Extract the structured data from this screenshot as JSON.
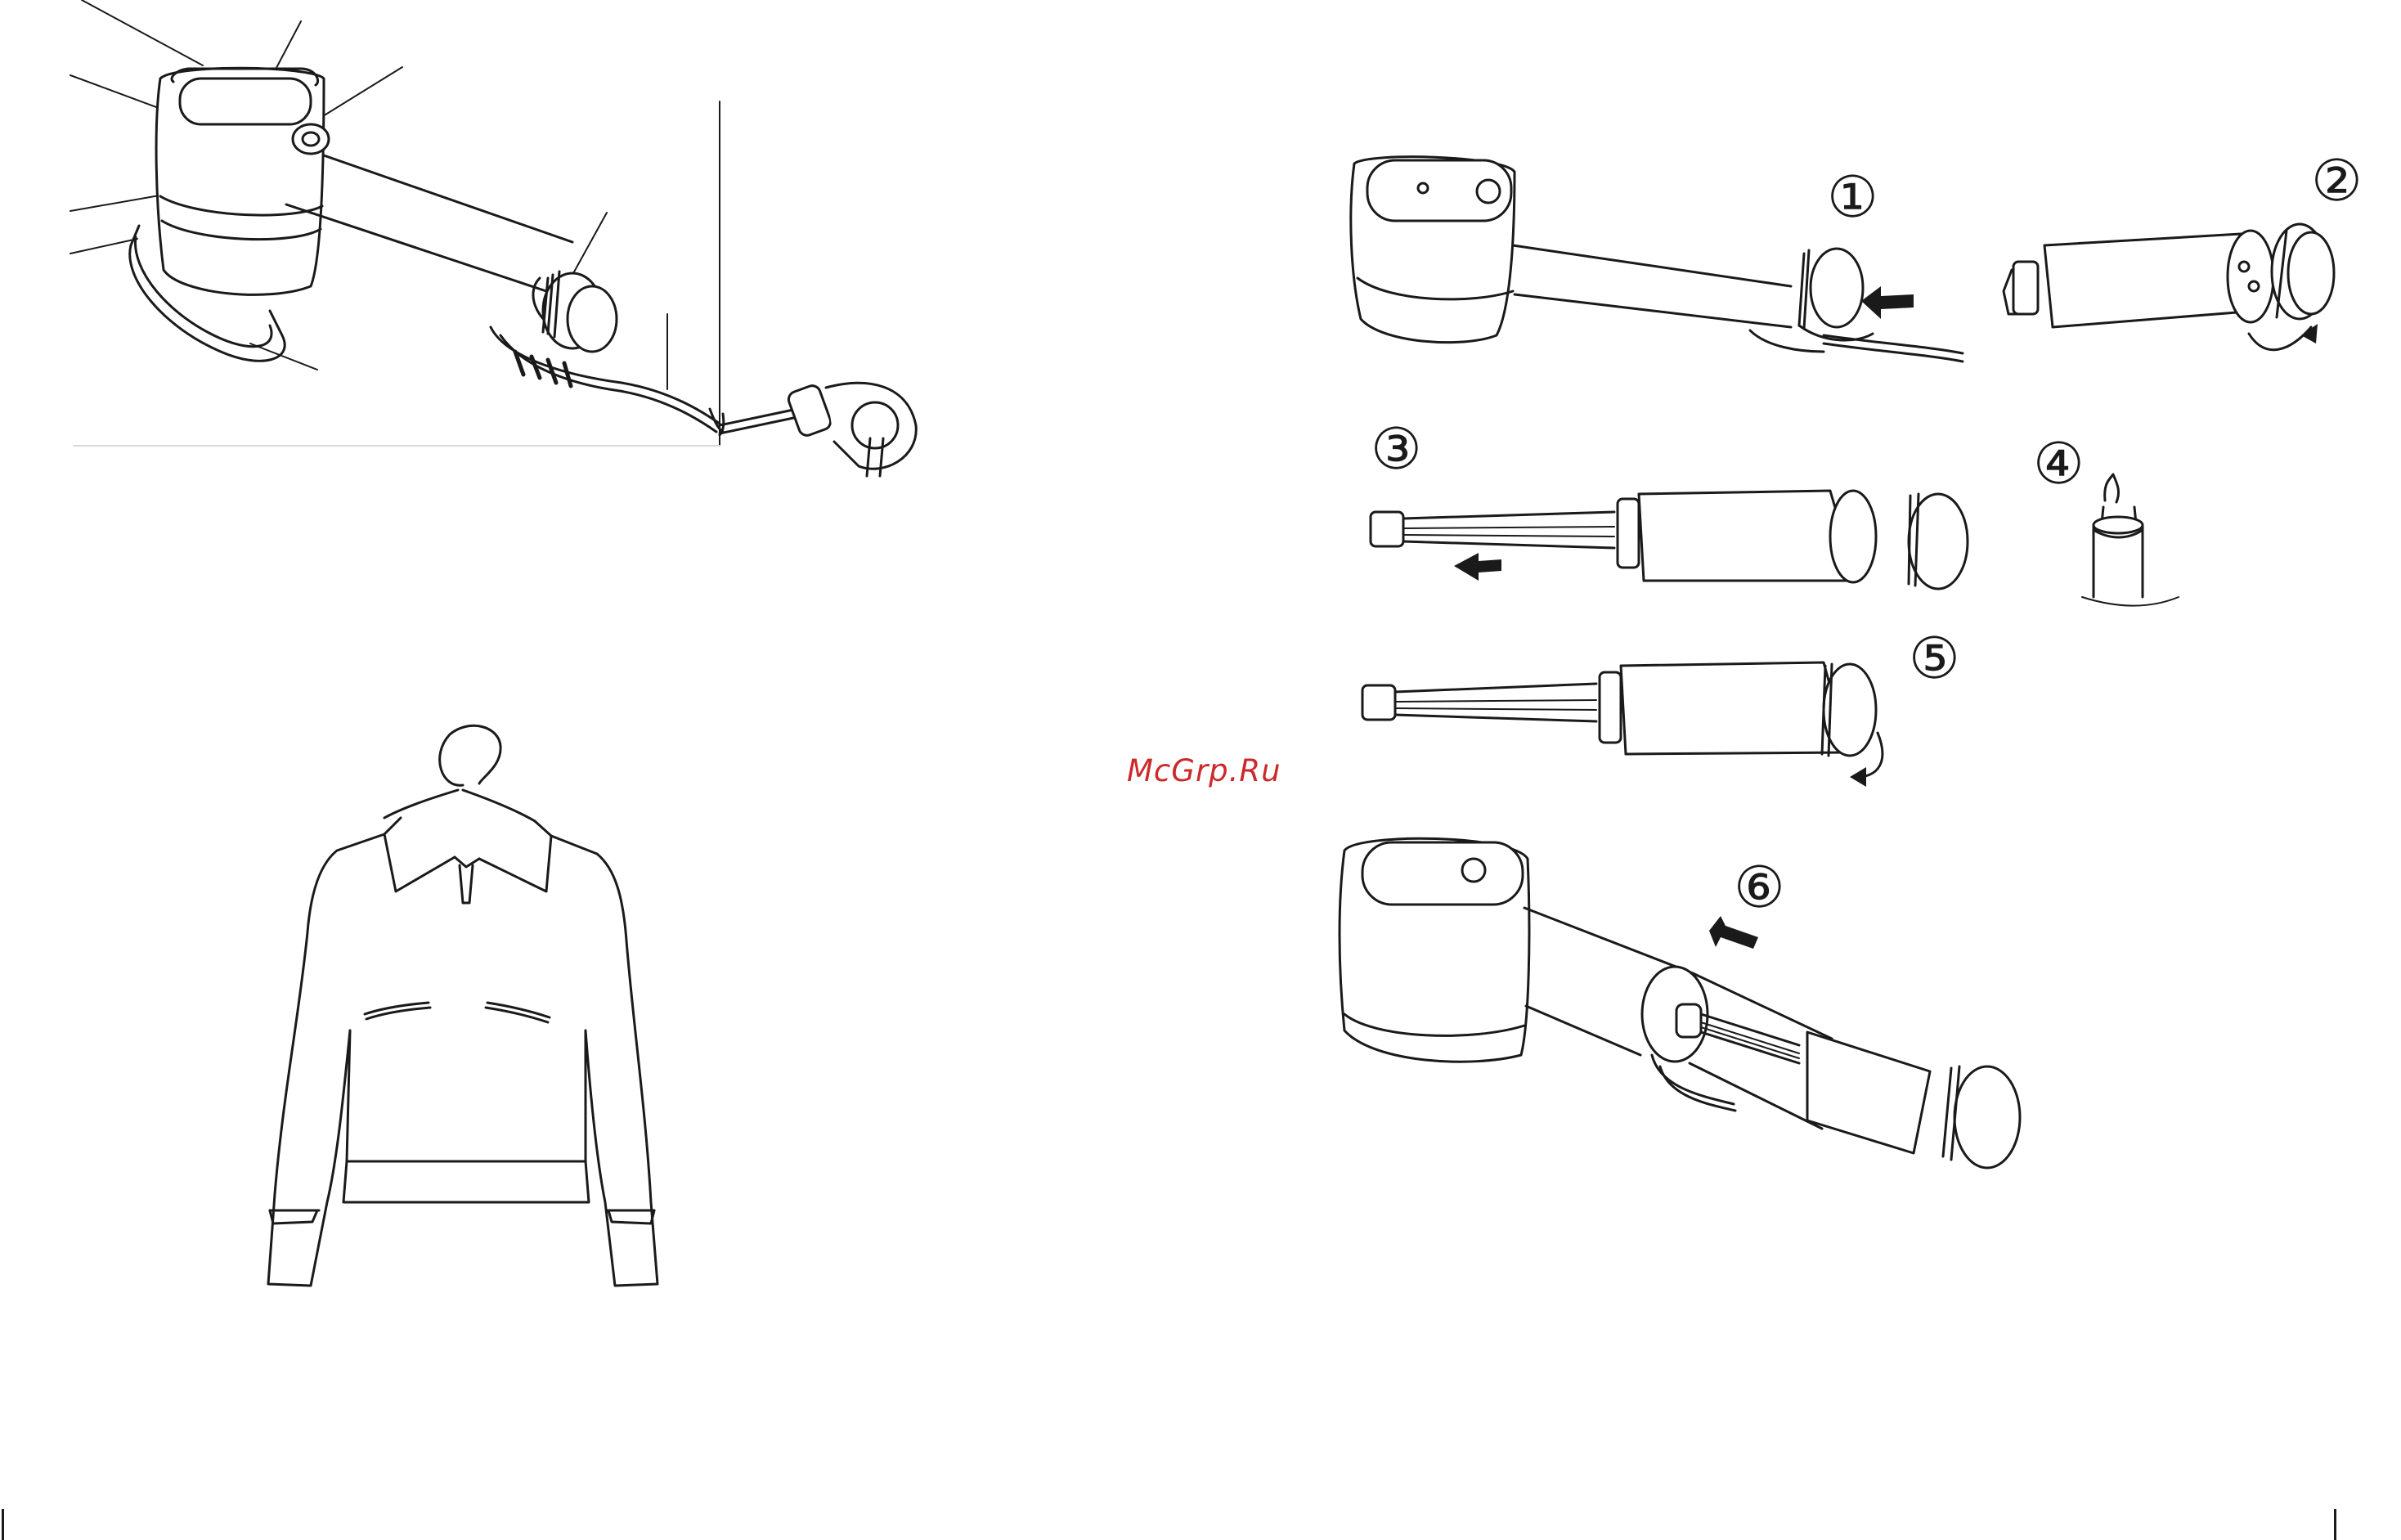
{
  "watermark": "McGrp.Ru",
  "steps": [
    {
      "label": "①"
    },
    {
      "label": "②"
    },
    {
      "label": "③"
    },
    {
      "label": "④"
    },
    {
      "label": "⑤"
    },
    {
      "label": "⑥"
    }
  ],
  "icons": {
    "steamer_overview": "garment-steamer-icon",
    "shirt_on_hanger": "shirt-on-hanger-icon",
    "arrow": "arrow-icon",
    "rotate": "rotate-arrow-icon"
  },
  "colors": {
    "ink": "#1a1a1a",
    "watermark": "#cc2a2a",
    "background": "#ffffff"
  }
}
